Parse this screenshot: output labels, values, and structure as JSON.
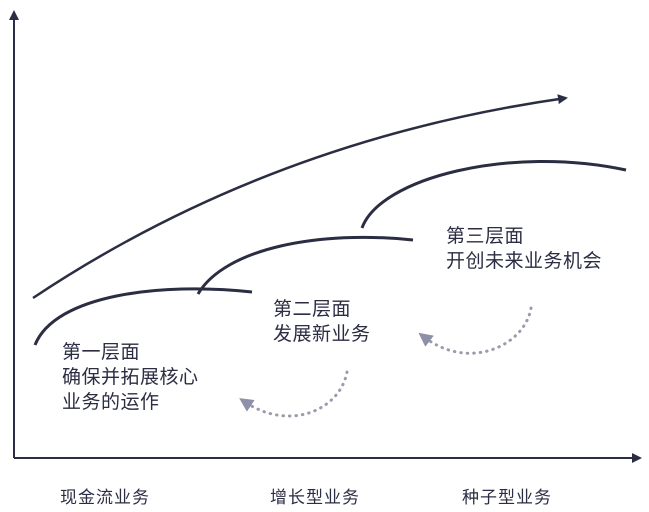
{
  "horizons": [
    {
      "title": "第一层面",
      "lines": [
        "确保并拓展核心",
        "业务的运作"
      ]
    },
    {
      "title": "第二层面",
      "lines": [
        "发展新业务"
      ]
    },
    {
      "title": "第三层面",
      "lines": [
        "开创未来业务机会"
      ]
    }
  ],
  "x_axis_labels": [
    "现金流业务",
    "增长型业务",
    "种子型业务"
  ],
  "colors": {
    "line": "#2b2d42",
    "dotted_arrow": "#9a9bab",
    "arrowhead_dotted": "#8e8fa8"
  }
}
